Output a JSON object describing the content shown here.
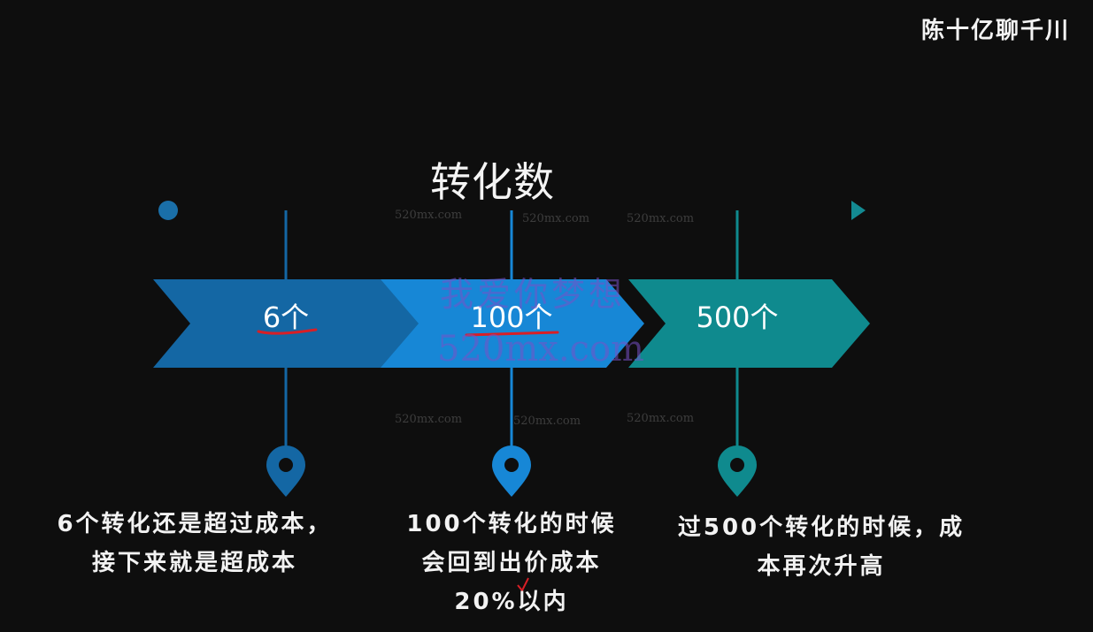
{
  "brand": "陈十亿聊千川",
  "title": "转化数",
  "stages": [
    {
      "label": "6个",
      "description": [
        "6个转化还是超过成本，",
        "接下来就是超成本"
      ],
      "color": "#1467a4"
    },
    {
      "label": "100个",
      "description": [
        "100个转化的时候",
        "会回到出价成本",
        "20%以内"
      ],
      "color": "#1787d6"
    },
    {
      "label": "500个",
      "description": [
        "过500个转化的时候，成",
        "本再次升高"
      ],
      "color": "#0f8a8e"
    }
  ],
  "watermark": {
    "small": "520mx.com",
    "big_cn": "我爱你梦想",
    "big_en": "520mx.com"
  },
  "colors": {
    "axis": "#1a6fa8",
    "axis_end": "#138a92",
    "annotation": "#d81f26"
  }
}
